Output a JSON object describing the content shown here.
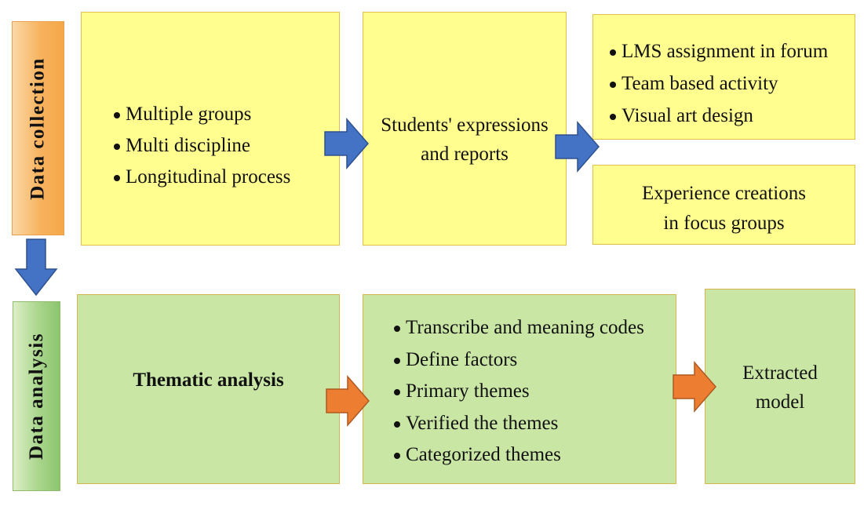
{
  "side_labels": {
    "collection": "Data collection",
    "analysis": "Data analysis"
  },
  "collection": {
    "sources": [
      "Multiple groups",
      "Multi discipline",
      "Longitudinal process"
    ],
    "students": [
      "Students' expressions",
      "and reports"
    ],
    "activities": [
      "LMS assignment in forum",
      "Team based activity",
      "Visual art design"
    ],
    "focus": [
      "Experience creations",
      "in focus groups"
    ]
  },
  "analysis": {
    "method": "Thematic analysis",
    "steps": [
      "Transcribe and meaning codes",
      "Define factors",
      "Primary themes",
      "Verified the themes",
      "Categorized themes"
    ],
    "result": [
      "Extracted",
      "model"
    ]
  },
  "colors": {
    "yellow_box": "#fffe8f",
    "green_box": "#c9e6a4",
    "collection_label": "#f7b25e",
    "analysis_label": "#a9d58c",
    "blue_arrow": "#4472c4",
    "orange_arrow": "#ed7d31"
  }
}
